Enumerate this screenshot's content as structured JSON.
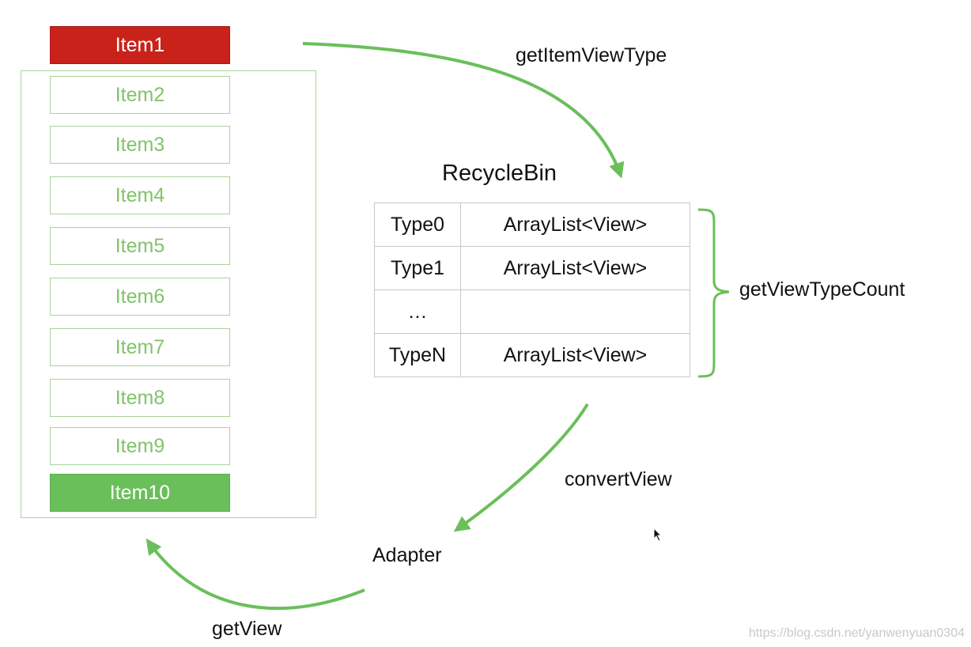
{
  "list": {
    "items": [
      "Item1",
      "Item2",
      "Item3",
      "Item4",
      "Item5",
      "Item6",
      "Item7",
      "Item8",
      "Item9",
      "Item10"
    ]
  },
  "recycle_bin": {
    "title": "RecycleBin",
    "rows": [
      {
        "type": "Type0",
        "value": "ArrayList<View>"
      },
      {
        "type": "Type1",
        "value": "ArrayList<View>"
      },
      {
        "type": "…",
        "value": ""
      },
      {
        "type": "TypeN",
        "value": "ArrayList<View>"
      }
    ]
  },
  "labels": {
    "get_item_view_type": "getItemViewType",
    "get_view_type_count": "getViewTypeCount",
    "convert_view": "convertView",
    "adapter": "Adapter",
    "get_view": "getView"
  },
  "watermark": "https://blog.csdn.net/yanwenyuan0304",
  "colors": {
    "accent_green": "#6abf5a",
    "item_text_green": "#82c36a",
    "item_border_green": "#a8d49b",
    "item_red": "#c9221a"
  }
}
